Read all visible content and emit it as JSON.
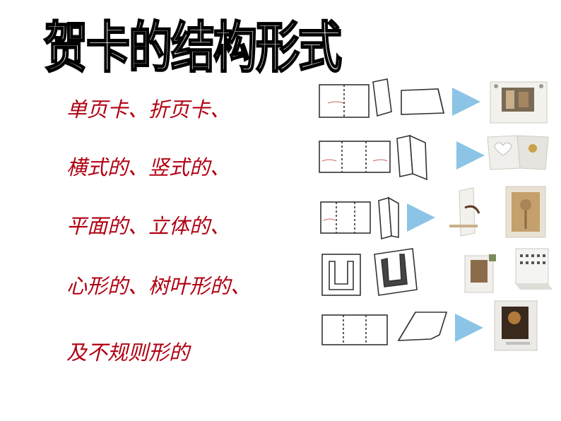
{
  "title": "贺卡的结构形式",
  "lines": [
    "单页卡、折页卡、",
    "横式的、竖式的、",
    "平面的、立体的、",
    "心形的、树叶形的、",
    "及不规则形的"
  ],
  "colors": {
    "text_red": "#b00012",
    "arrow_blue": "#8cc4e6",
    "card_outline": "#333333"
  },
  "icons": [
    "right-arrow-icon",
    "heart-icon"
  ]
}
